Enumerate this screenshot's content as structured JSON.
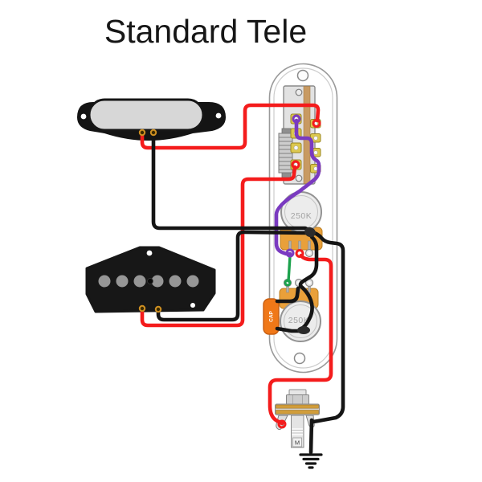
{
  "title": "Standard Tele",
  "schematic": {
    "pots": {
      "volume": {
        "label": "250K"
      },
      "tone": {
        "label": "250K"
      }
    },
    "capacitor": {
      "label": "CAP"
    },
    "jack": {
      "label": "M"
    },
    "wire_colors": {
      "hot": "#f41c1c",
      "ground": "#151515",
      "switch_to_volume": "#7a3ac0",
      "volume_to_tone": "#1ca24d"
    },
    "component_names": [
      "neck-pickup",
      "bridge-pickup",
      "control-plate",
      "3-way-selector-switch",
      "volume-pot",
      "tone-pot",
      "capacitor",
      "output-jack",
      "ground-symbol"
    ]
  }
}
